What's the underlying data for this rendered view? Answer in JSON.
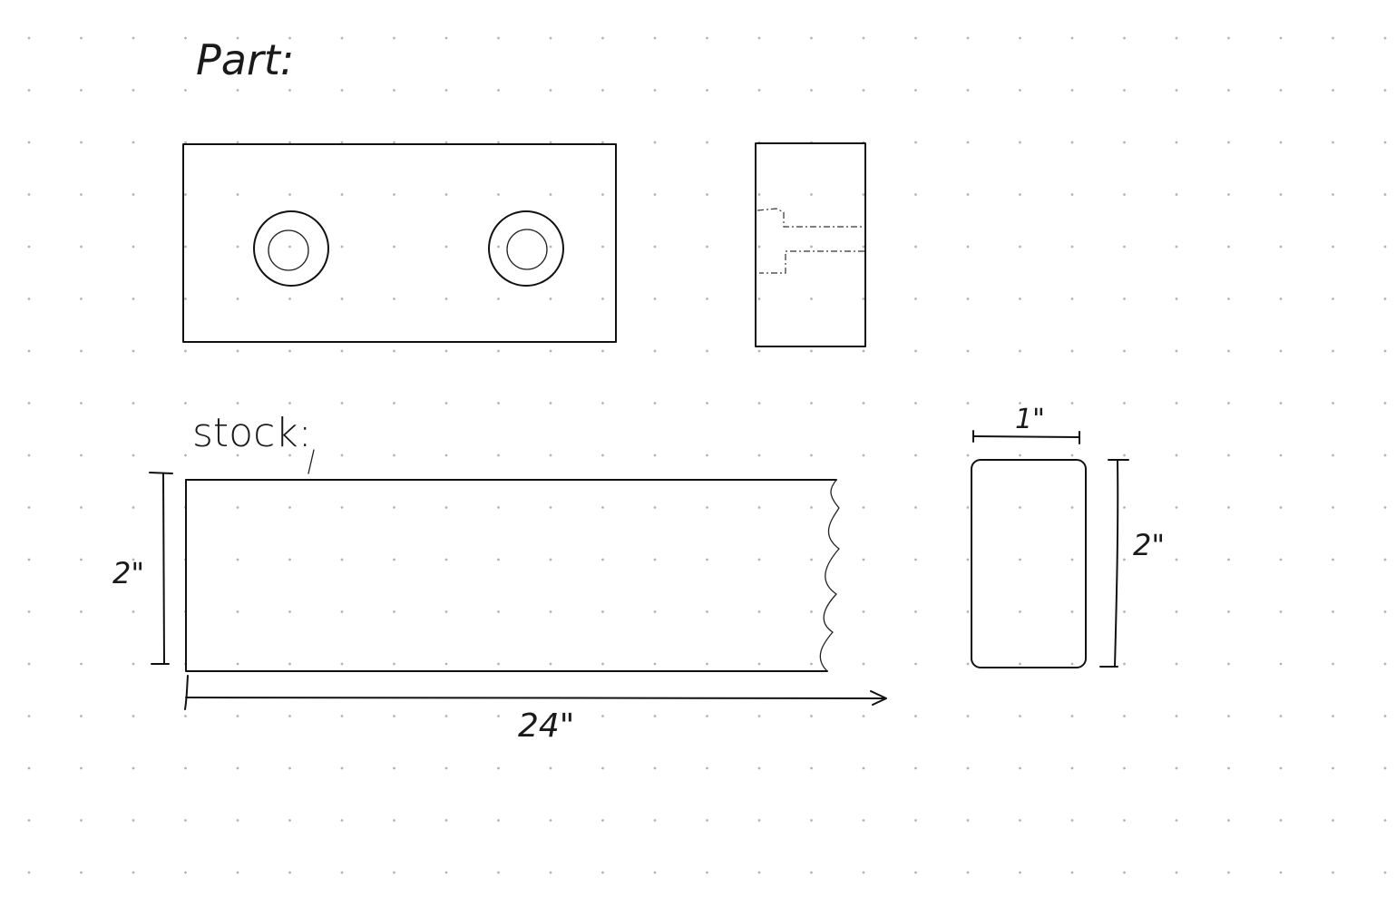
{
  "part_label": "Part:",
  "stock_label": "stock:",
  "stock_length_label": "24\"",
  "stock_height_label": "2\"",
  "section_width_label": "1\"",
  "section_height_label": "2\"",
  "colors": {
    "ink": "#111111",
    "grid_dot": "#b4b4b4",
    "background": "#ffffff"
  }
}
